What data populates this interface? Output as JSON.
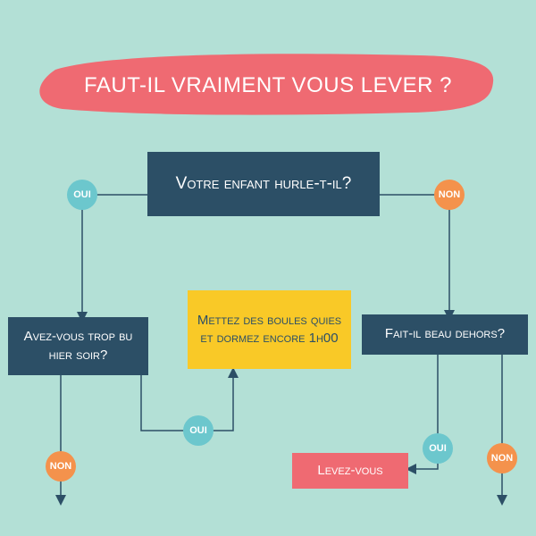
{
  "title": "FAUT-IL VRAIMENT VOUS LEVER ?",
  "colors": {
    "background": "#b3e0d6",
    "title_blob": "#ef6a72",
    "box": "#2c4f66",
    "highlight": "#f9c927",
    "action": "#ef6a72",
    "oui": "#6cc7cd",
    "non": "#f4924c",
    "line": "#2c4f66"
  },
  "nodes": {
    "q_enfant": "Votre enfant hurle-t-il?",
    "q_trop_bu": "Avez-vous trop bu hier soir?",
    "result_boules": "Mettez des boules quies et dormez encore 1h00",
    "q_beau": "Fait-il beau dehors?",
    "result_levez": "Levez-vous"
  },
  "labels": {
    "oui": "OUI",
    "non": "NON"
  }
}
